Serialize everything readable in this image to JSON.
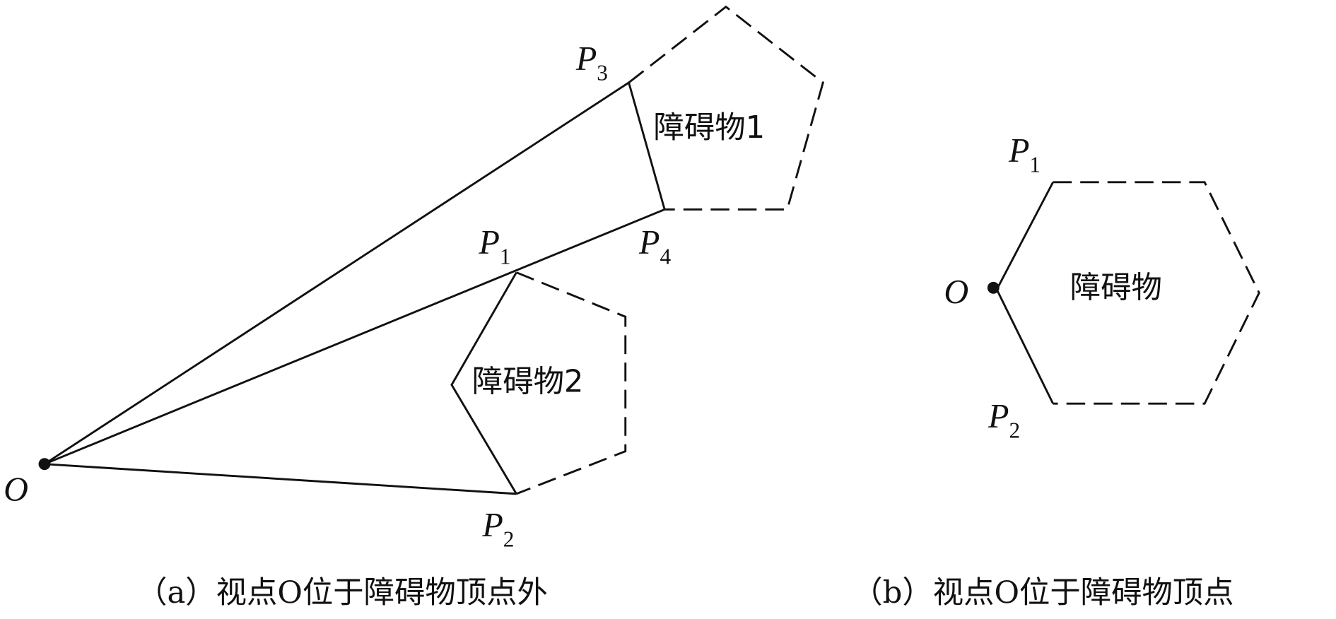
{
  "figure_a": {
    "viewpoint_label": "O",
    "points": [
      {
        "base": "P",
        "sub": "1"
      },
      {
        "base": "P",
        "sub": "2"
      },
      {
        "base": "P",
        "sub": "3"
      },
      {
        "base": "P",
        "sub": "4"
      }
    ],
    "obstacle1_label": "障碍物1",
    "obstacle2_label": "障碍物2",
    "caption": "（a）视点O位于障碍物顶点外"
  },
  "figure_b": {
    "viewpoint_label": "O",
    "points": [
      {
        "base": "P",
        "sub": "1"
      },
      {
        "base": "P",
        "sub": "2"
      }
    ],
    "obstacle_label": "障碍物",
    "caption": "（b）视点O位于障碍物顶点"
  }
}
